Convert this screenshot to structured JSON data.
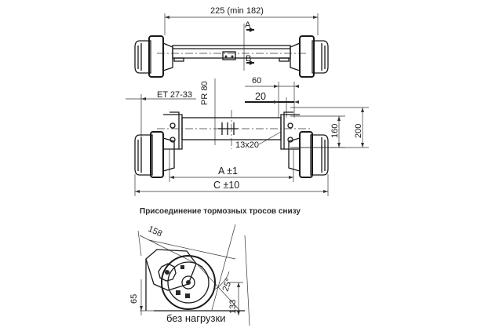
{
  "drawing": {
    "top_view": {
      "track_width_label": "225 (min 182)",
      "section_a": "A",
      "section_b": "B"
    },
    "front_view": {
      "offset_label": "ET 27-33",
      "pr_label": "PR 80",
      "dim_60": "60",
      "dim_20": "20",
      "dim_160": "160",
      "dim_200": "200",
      "bolt_label": "13x20",
      "a_tolerance": "A ±1",
      "c_tolerance": "C ±10"
    },
    "caption": "Присоединение тормозных тросов снизу",
    "side_view": {
      "dim_158": "158",
      "angle_label": "25°",
      "dim_65": "65",
      "dim_133": "133",
      "bottom_caption": "без нагрузки"
    }
  }
}
